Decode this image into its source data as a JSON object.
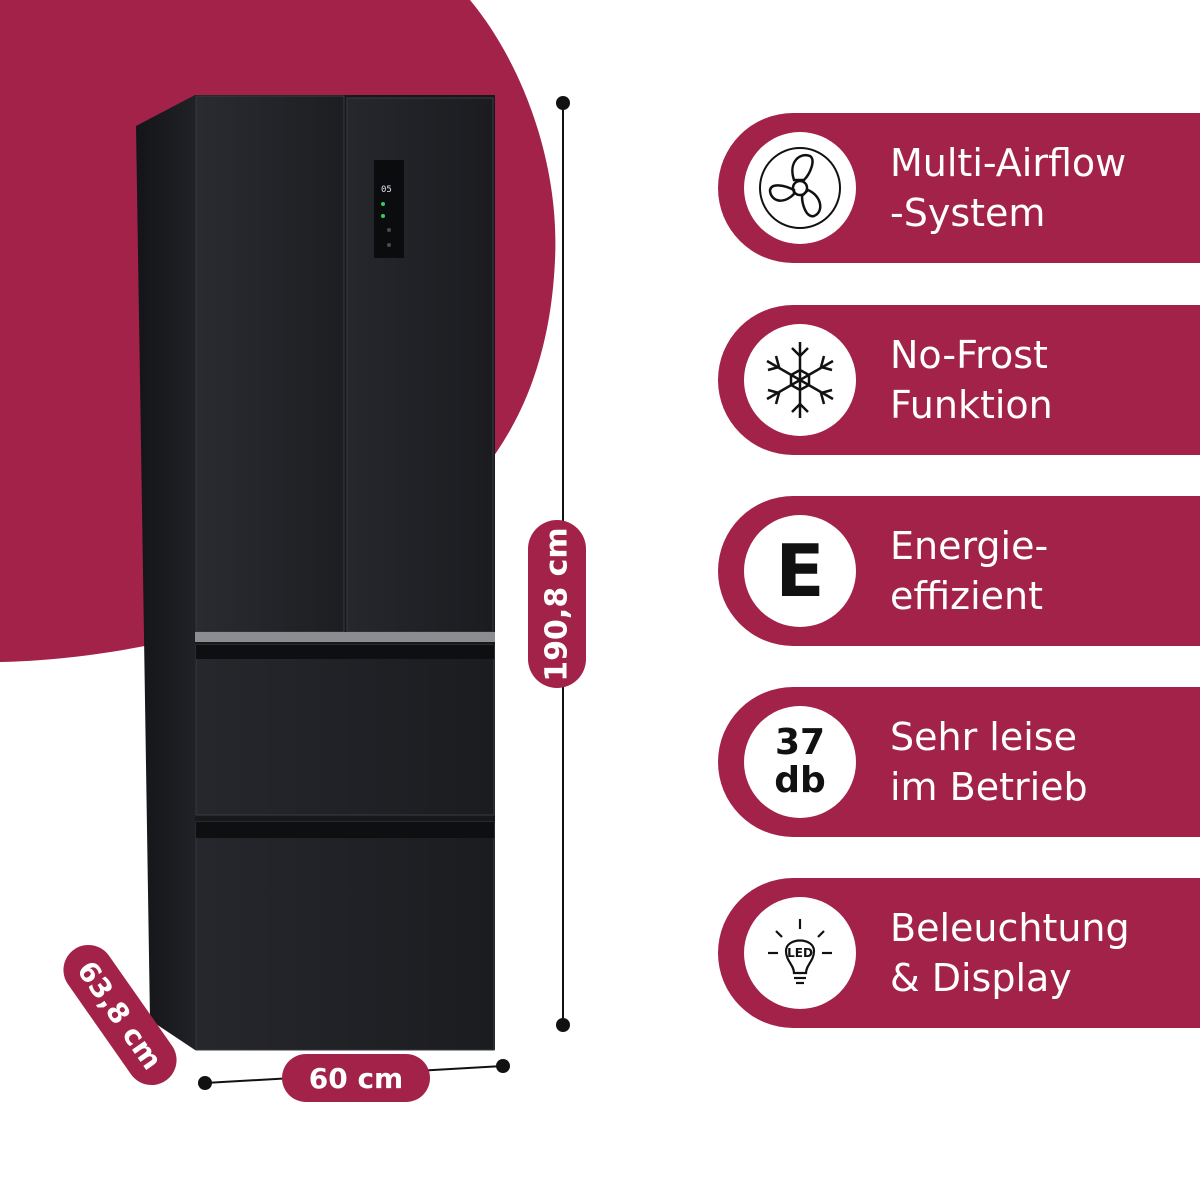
{
  "colors": {
    "accent": "#a3224a",
    "fridge": "#1f2024"
  },
  "dimensions": {
    "height": "190,8 cm",
    "width": "60 cm",
    "depth": "63,8 cm"
  },
  "features": [
    {
      "icon": "fan-icon",
      "lines": [
        "Multi-Airflow",
        "-System"
      ]
    },
    {
      "icon": "snowflake-icon",
      "lines": [
        "No-Frost",
        "Funktion"
      ]
    },
    {
      "icon": "energy-class-icon",
      "badge": "E",
      "lines": [
        "Energie-",
        "effizient"
      ]
    },
    {
      "icon": "noise-level-icon",
      "badge_lines": [
        "37",
        "db"
      ],
      "lines": [
        "Sehr leise",
        "im Betrieb"
      ]
    },
    {
      "icon": "led-bulb-icon",
      "badge": "LED",
      "lines": [
        "Beleuchtung",
        "& Display"
      ]
    }
  ],
  "display_panel": {
    "temperature": "05"
  }
}
